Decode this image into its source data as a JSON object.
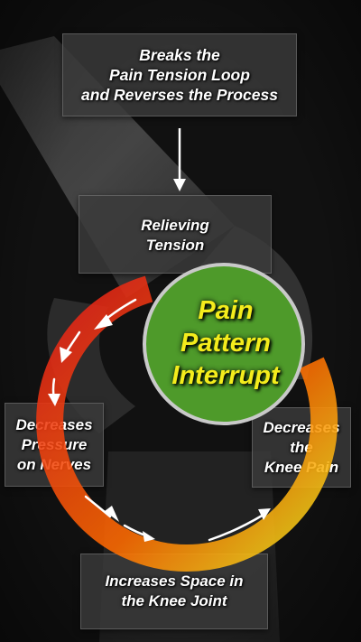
{
  "diagram": {
    "steps": {
      "top": "Breaks the\nPain Tension Loop\nand Reverses the Process",
      "relieving": "Relieving\nTension",
      "right": "Decreases\nthe\nKnee Pain",
      "bottom": "Increases Space in\nthe Knee Joint",
      "left": "Decreases\nPressure\non Nerves"
    },
    "center": {
      "label": "Pain\nPattern\nInterrupt",
      "fill_color": "#4e9a2a",
      "text_color": "#f4ec1c"
    },
    "cycle_gradient": [
      "#e01a1a",
      "#ff6a00",
      "#f2e61c"
    ],
    "arrow_color": "#ffffff"
  }
}
